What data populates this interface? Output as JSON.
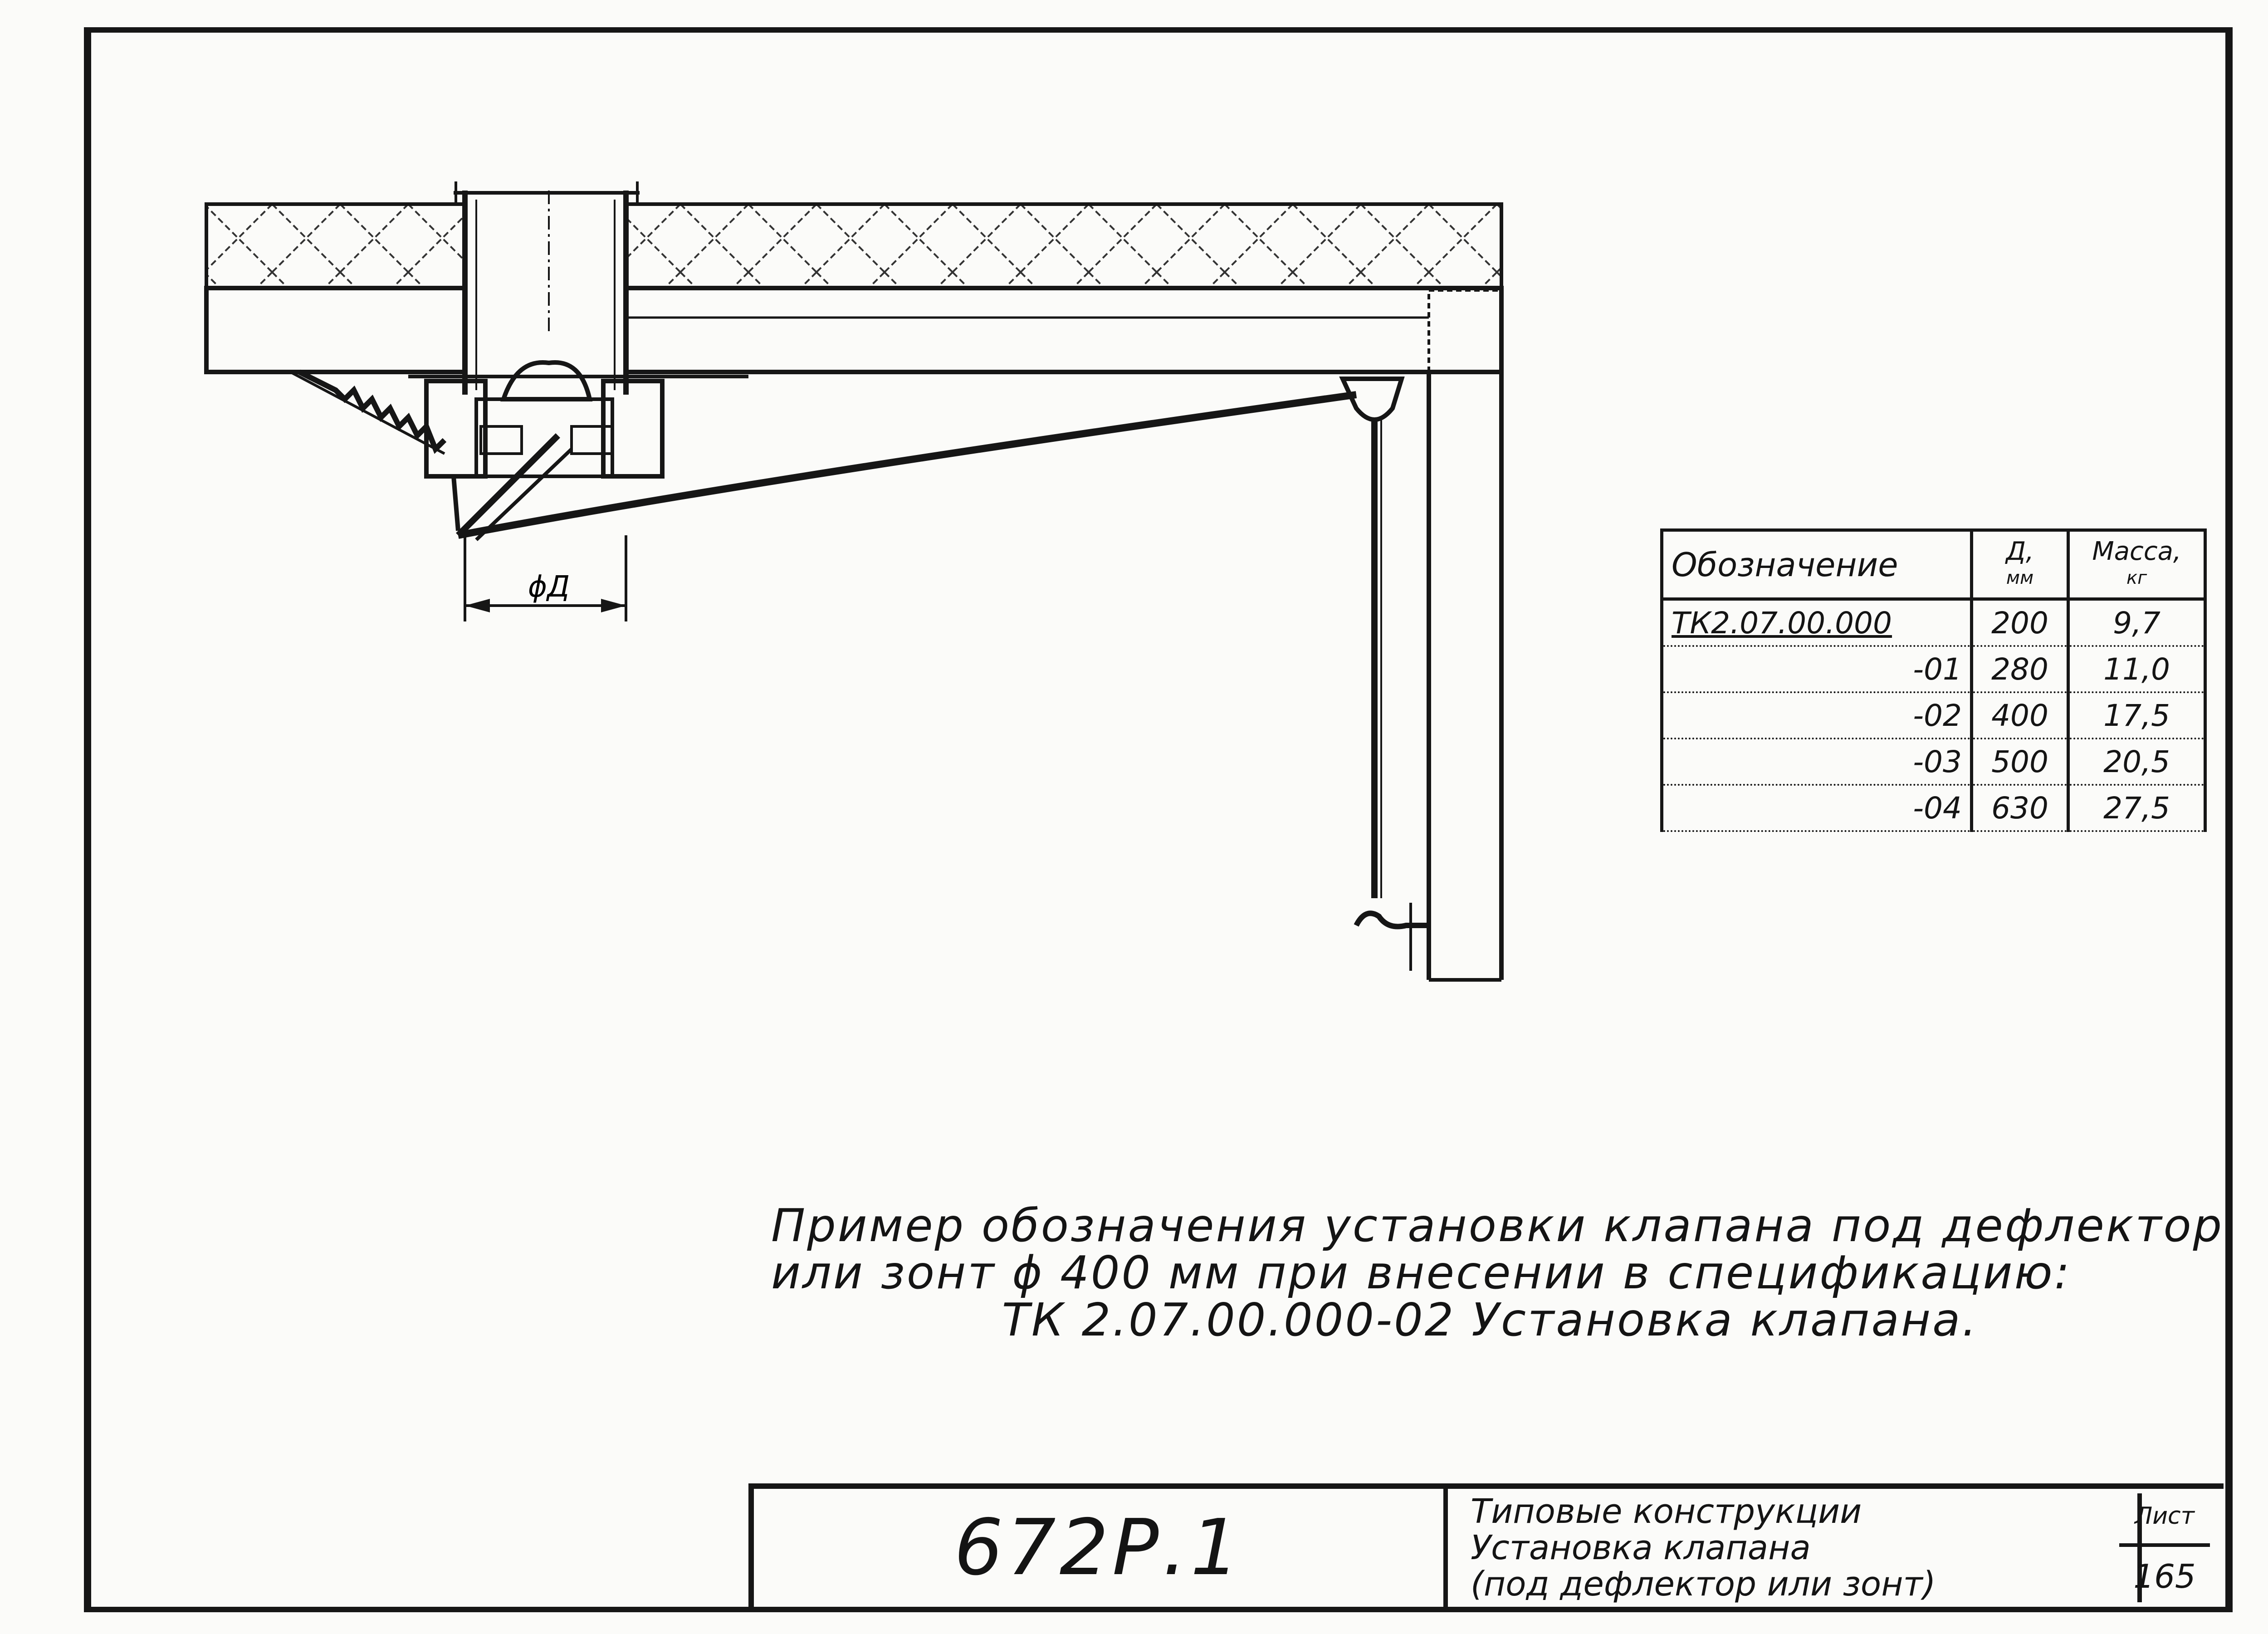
{
  "drawing": {
    "dimension_label": "ϕД"
  },
  "spec_table": {
    "headers": {
      "designation": "Обозначение",
      "diameter_line1": "Д,",
      "diameter_line2": "мм",
      "mass_line1": "Масса,",
      "mass_line2": "кг"
    },
    "rows": [
      {
        "designation": "ТК2.07.00.000",
        "diameter": "200",
        "mass": "9,7"
      },
      {
        "designation": "-01",
        "diameter": "280",
        "mass": "11,0"
      },
      {
        "designation": "-02",
        "diameter": "400",
        "mass": "17,5"
      },
      {
        "designation": "-03",
        "diameter": "500",
        "mass": "20,5"
      },
      {
        "designation": "-04",
        "diameter": "630",
        "mass": "27,5"
      }
    ]
  },
  "note": {
    "line1": "Пример обозначения установки клапана под дефлектор",
    "line2": "или зонт ϕ 400 мм при внесении в спецификацию:",
    "line3": "ТК 2.07.00.000-02 Установка клапана."
  },
  "title_block": {
    "code": "672Р.1",
    "title_line1": "Типовые конструкции",
    "title_line2": "Установка клапана",
    "title_line3": "(под дефлектор или зонт)",
    "sheet_label": "Лист",
    "sheet_number": "165"
  }
}
